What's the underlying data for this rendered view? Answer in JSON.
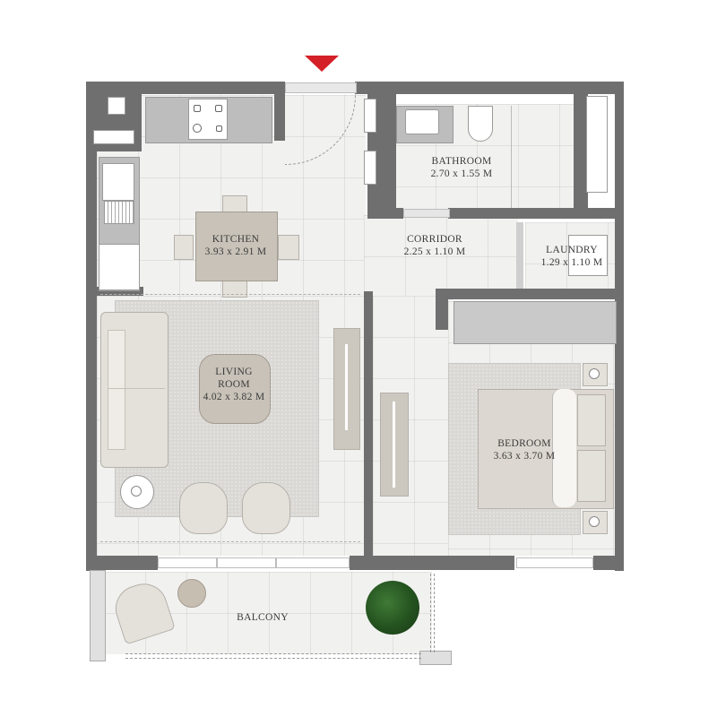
{
  "plan": {
    "entrance_marker": {
      "icon": "entrance-arrow-icon",
      "color": "#d42027"
    },
    "wall_color": "#6f6f70",
    "rooms": [
      {
        "id": "kitchen",
        "name": "KITCHEN",
        "dimensions": "3.93 x 2.91 M"
      },
      {
        "id": "bathroom",
        "name": "BATHROOM",
        "dimensions": "2.70 x 1.55 M"
      },
      {
        "id": "corridor",
        "name": "CORRIDOR",
        "dimensions": "2.25 x 1.10 M"
      },
      {
        "id": "laundry",
        "name": "LAUNDRY",
        "dimensions": "1.29 x 1.10 M"
      },
      {
        "id": "living",
        "name_line1": "LIVING",
        "name_line2": "ROOM",
        "dimensions": "4.02 x 3.82 M"
      },
      {
        "id": "bedroom",
        "name": "BEDROOM",
        "dimensions": "3.63 x 3.70 M"
      },
      {
        "id": "balcony",
        "name": "BALCONY"
      }
    ]
  }
}
